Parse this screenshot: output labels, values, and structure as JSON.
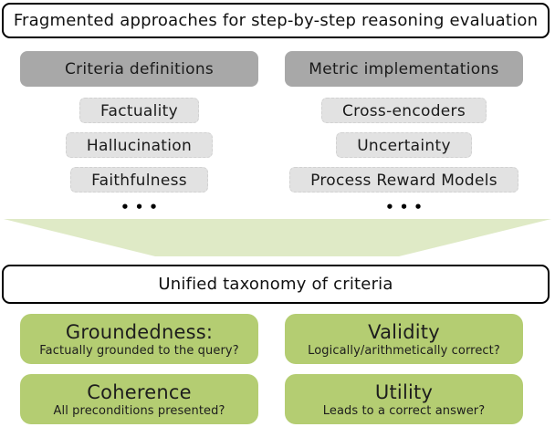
{
  "colors": {
    "header_gray": "#a8a8a8",
    "item_gray": "#e2e2e2",
    "card_green": "#b4cd72",
    "funnel_light_green": "#dfeac6",
    "border_black": "#000000"
  },
  "top_banner": {
    "label": "Fragmented approaches for step-by-step reasoning evaluation"
  },
  "columns": [
    {
      "header": "Criteria definitions",
      "items": [
        "Factuality",
        "Hallucination",
        "Faithfulness"
      ],
      "ellipsis": "•••"
    },
    {
      "header": "Metric implementations",
      "items": [
        "Cross-encoders",
        "Uncertainty",
        "Process Reward Models"
      ],
      "ellipsis": "•••"
    }
  ],
  "bottom_banner": {
    "label": "Unified taxonomy of criteria"
  },
  "taxonomy_cards": [
    {
      "title": "Groundedness:",
      "subtitle": "Factually grounded to the query?"
    },
    {
      "title": "Validity",
      "subtitle": "Logically/arithmetically correct?"
    },
    {
      "title": "Coherence",
      "subtitle": "All preconditions presented?"
    },
    {
      "title": "Utility",
      "subtitle": "Leads to a correct answer?"
    }
  ]
}
